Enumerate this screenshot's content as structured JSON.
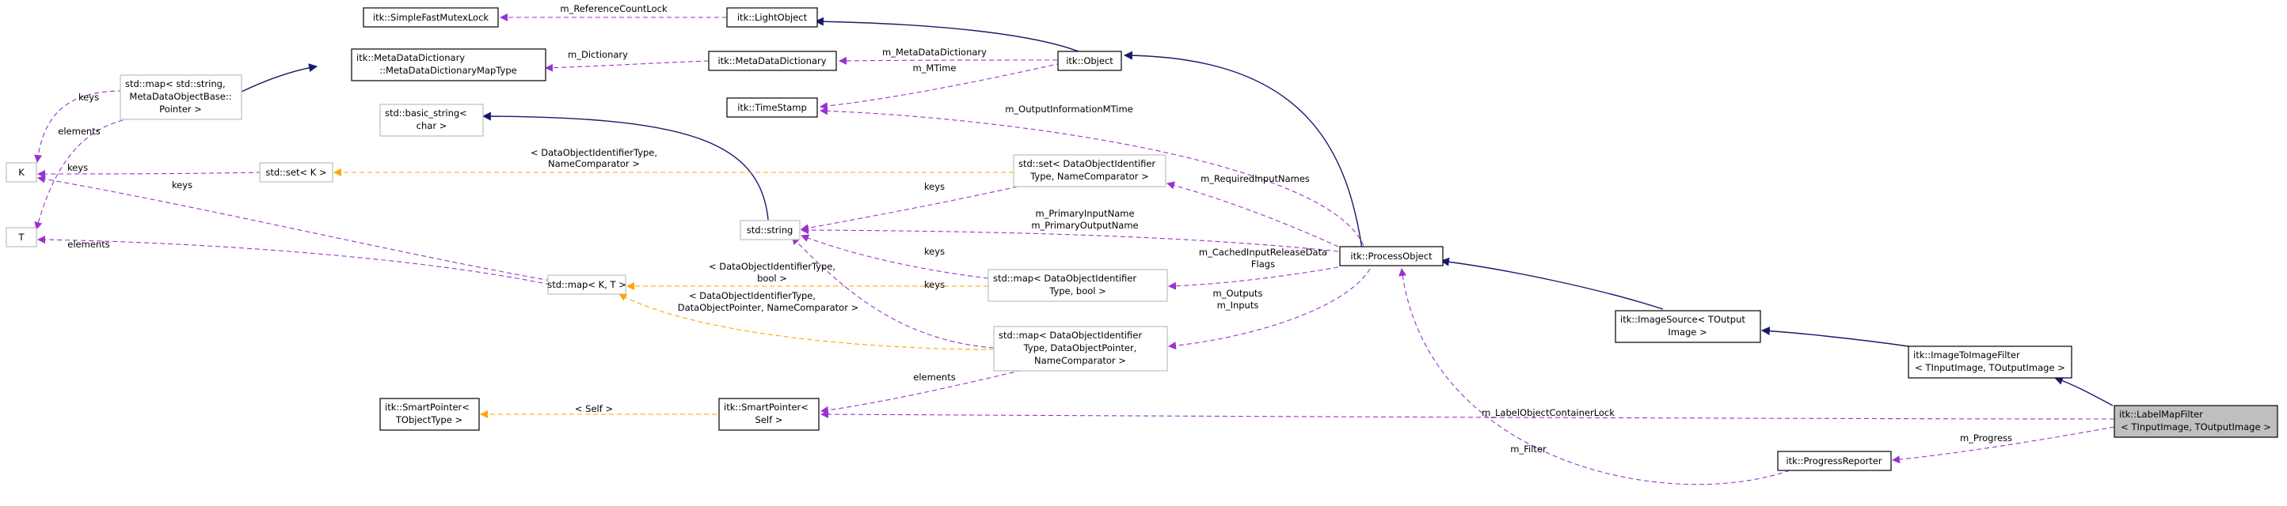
{
  "colors": {
    "inheritance": "#191970",
    "usage": "#9a32cd",
    "template": "#ffa500",
    "focus_fill": "#bfbfbf",
    "external_border": "#bfbfbf"
  },
  "nodes": {
    "simple_fast_mutex_lock": "itk::SimpleFastMutexLock",
    "light_object": "itk::LightObject",
    "meta_data_dictionary_map_type_1": "itk::MetaDataDictionary",
    "meta_data_dictionary_map_type_2": "::MetaDataDictionaryMapType",
    "meta_data_dictionary": "itk::MetaDataDictionary",
    "object": "itk::Object",
    "std_map_metadata_1": "std::map< std::string,",
    "std_map_metadata_2": "MetaDataObjectBase::",
    "std_map_metadata_3": "Pointer >",
    "time_stamp": "itk::TimeStamp",
    "basic_string_1": "std::basic_string<",
    "basic_string_2": "char >",
    "k": "K",
    "std_set_k": "std::set< K >",
    "std_set_doi_1": "std::set< DataObjectIdentifier",
    "std_set_doi_2": "Type, NameComparator >",
    "t": "T",
    "std_string": "std::string",
    "process_object": "itk::ProcessObject",
    "std_map_kt": "std::map< K, T >",
    "std_map_doi_bool_1": "std::map< DataObjectIdentifier",
    "std_map_doi_bool_2": "Type, bool >",
    "image_source_1": "itk::ImageSource< TOutput",
    "image_source_2": "Image >",
    "std_map_doi_ptr_1": "std::map< DataObjectIdentifier",
    "std_map_doi_ptr_2": "Type, DataObjectPointer,",
    "std_map_doi_ptr_3": "NameComparator >",
    "image_to_image_filter_1": "itk::ImageToImageFilter",
    "image_to_image_filter_2": "< TInputImage, TOutputImage >",
    "smart_pointer_tobject_1": "itk::SmartPointer<",
    "smart_pointer_tobject_2": "TObjectType >",
    "smart_pointer_self_1": "itk::SmartPointer<",
    "smart_pointer_self_2": "Self >",
    "label_map_filter_1": "itk::LabelMapFilter",
    "label_map_filter_2": "< TInputImage, TOutputImage >",
    "progress_reporter": "itk::ProgressReporter"
  },
  "edge_labels": {
    "reference_count_lock": "m_ReferenceCountLock",
    "dictionary": "m_Dictionary",
    "meta_data_dictionary": "m_MetaDataDictionary",
    "mtime": "m_MTime",
    "keys_1": "keys",
    "elements_1": "elements",
    "output_information_mtime": "m_OutputInformationMTime",
    "set_template_1": "< DataObjectIdentifierType,",
    "set_template_2": "NameComparator >",
    "keys_2": "keys",
    "keys_3": "keys",
    "keys_4": "keys",
    "required_input_names": "m_RequiredInputNames",
    "elements_2": "elements",
    "primary_input_name": "m_PrimaryInputName",
    "primary_output_name": "m_PrimaryOutputName",
    "keys_5": "keys",
    "cached_input_release_1": "m_CachedInputReleaseData",
    "cached_input_release_2": "Flags",
    "map_bool_template_1": "< DataObjectIdentifierType,",
    "map_bool_template_2": "bool >",
    "keys_6": "keys",
    "map_ptr_template_1": "< DataObjectIdentifierType,",
    "map_ptr_template_2": "DataObjectPointer, NameComparator >",
    "outputs": "m_Outputs",
    "inputs": "m_Inputs",
    "elements_3": "elements",
    "self_template": "< Self >",
    "label_object_container_lock": "m_LabelObjectContainerLock",
    "progress": "m_Progress",
    "filter": "m_Filter"
  }
}
